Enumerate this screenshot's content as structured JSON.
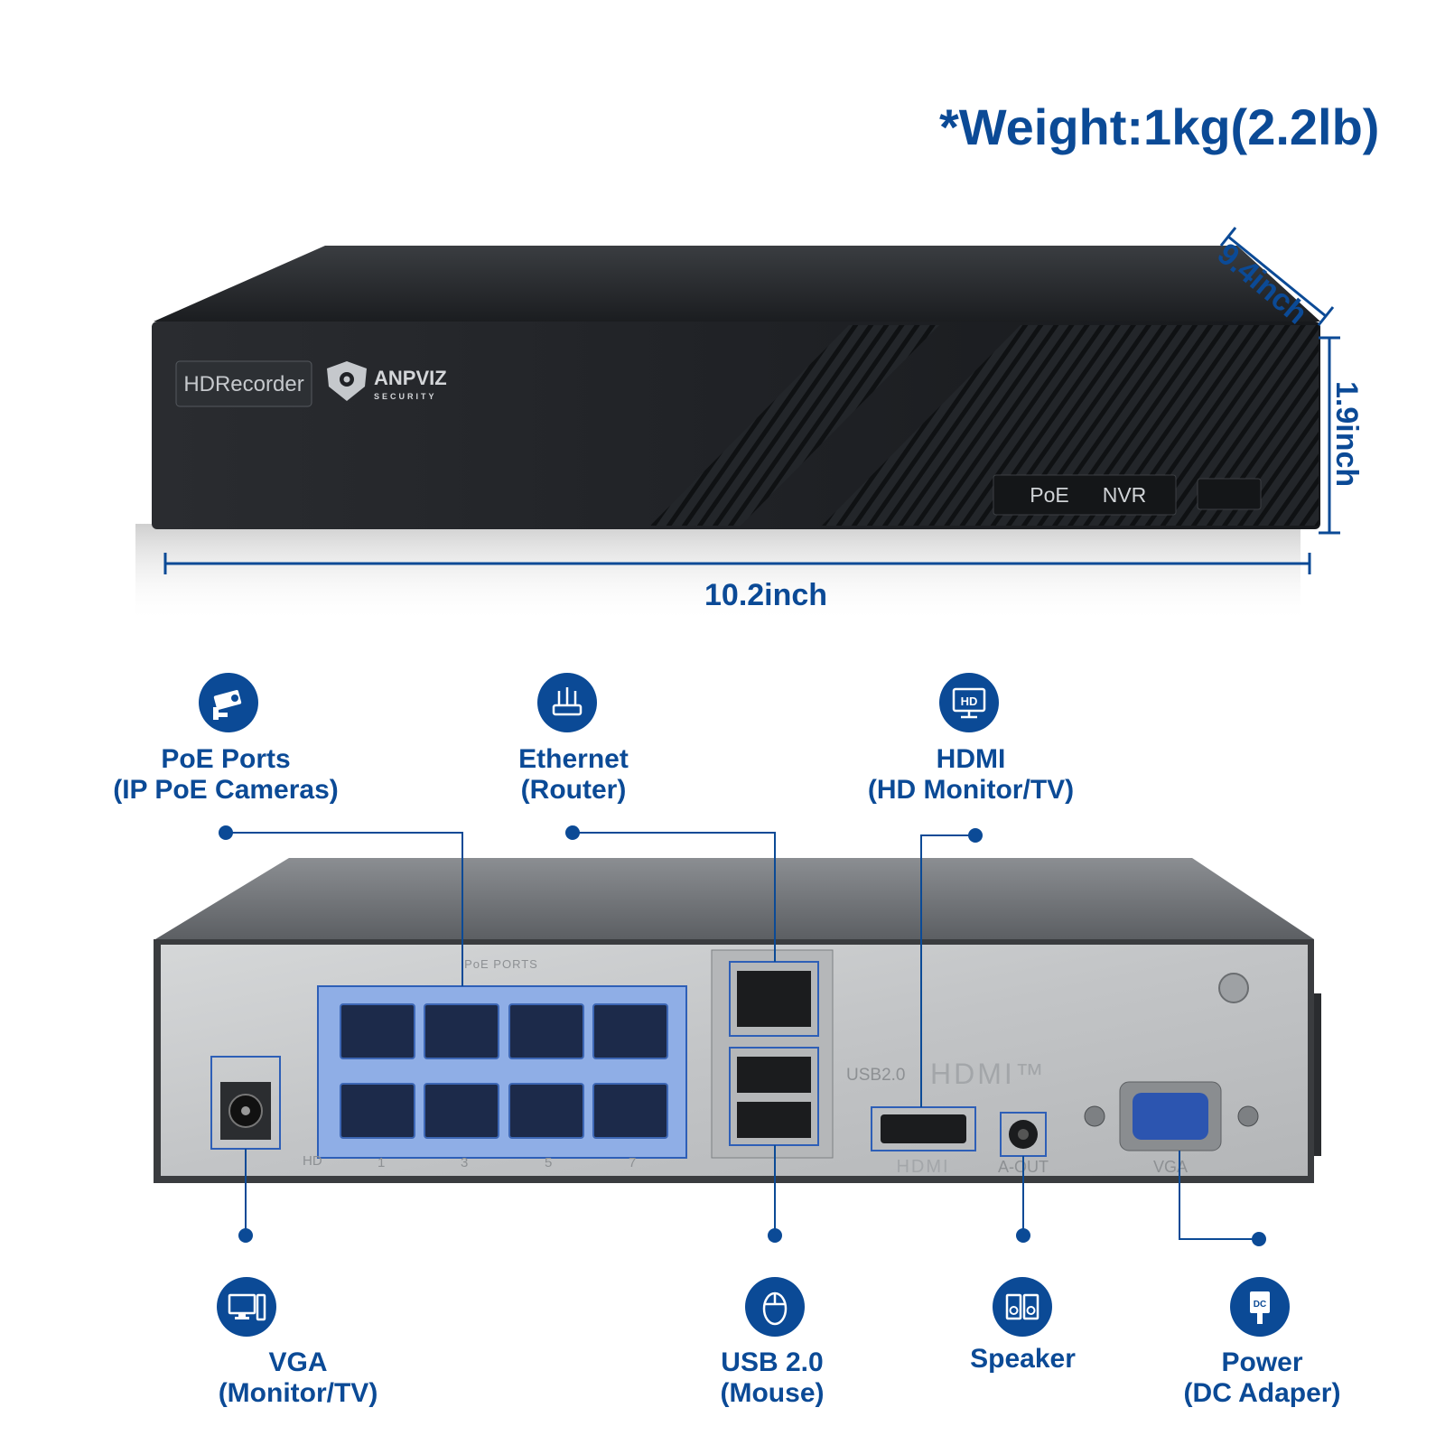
{
  "header": {
    "weight": "*Weight:1kg(2.2lb)"
  },
  "dimensions": {
    "width": "10.2inch",
    "depth": "9.4inch",
    "height": "1.9inch"
  },
  "front_panel": {
    "badge": "HDRecorder",
    "brand": "ANPVIZ",
    "brand_sub": "SECURITY",
    "poe": "PoE",
    "nvr": "NVR"
  },
  "rear_panel": {
    "poe_header": "PoE PORTS",
    "usb_text": "USB2.0",
    "hdmi_logo": "HDMI™",
    "hdmi_under": "HDMI",
    "aout": "A-OUT",
    "vga": "VGA",
    "hd": "HD",
    "port_numbers": [
      "1",
      "3",
      "5",
      "7"
    ]
  },
  "callouts": {
    "poe": {
      "line1": "PoE Ports",
      "line2": "(IP PoE Cameras)",
      "icon": "camera-icon"
    },
    "ethernet": {
      "line1": "Ethernet",
      "line2": "(Router)",
      "icon": "router-icon"
    },
    "hdmi": {
      "line1": "HDMI",
      "line2": "(HD Monitor/TV)",
      "icon": "hd-monitor-icon"
    },
    "vga": {
      "line1": "VGA",
      "line2": "(Monitor/TV)",
      "icon": "computer-icon"
    },
    "usb": {
      "line1": "USB 2.0",
      "line2": "(Mouse)",
      "icon": "mouse-icon"
    },
    "speaker": {
      "line1": "Speaker",
      "icon": "speaker-icon"
    },
    "power": {
      "line1": "Power",
      "line2": "(DC Adaper)",
      "icon": "dc-plug-icon",
      "icon_text": "DC"
    },
    "hd_icon_text": "HD"
  },
  "colors": {
    "accent": "#0b4a96",
    "device_dark": "#1f2226",
    "panel_metal": "#c9cbcc",
    "port_highlight": "#8faee6"
  }
}
